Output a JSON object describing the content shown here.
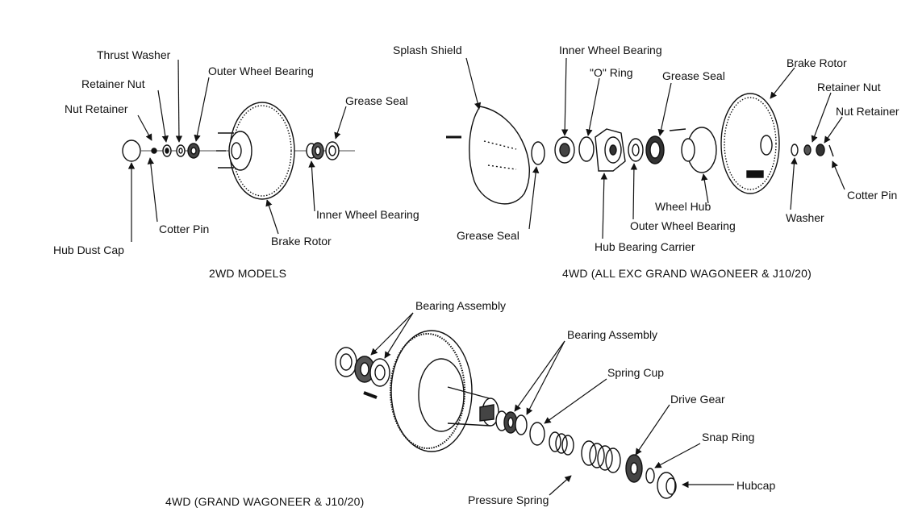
{
  "diagrams": {
    "two_wd": {
      "caption": "2WD MODELS",
      "labels": {
        "thrust_washer": "Thrust Washer",
        "retainer_nut": "Retainer Nut",
        "nut_retainer": "Nut Retainer",
        "outer_wheel_bearing": "Outer Wheel Bearing",
        "grease_seal": "Grease Seal",
        "inner_wheel_bearing": "Inner Wheel Bearing",
        "cotter_pin": "Cotter Pin",
        "brake_rotor": "Brake Rotor",
        "hub_dust_cap": "Hub Dust Cap"
      }
    },
    "four_wd": {
      "caption": "4WD (ALL EXC  GRAND WAGONEER & J10/20)",
      "labels": {
        "splash_shield": "Splash Shield",
        "inner_wheel_bearing": "Inner Wheel Bearing",
        "o_ring": "\"O\" Ring",
        "grease_seal_top": "Grease Seal",
        "brake_rotor": "Brake Rotor",
        "retainer_nut": "Retainer Nut",
        "nut_retainer": "Nut Retainer",
        "cotter_pin": "Cotter Pin",
        "washer": "Washer",
        "wheel_hub": "Wheel Hub",
        "outer_wheel_bearing": "Outer Wheel Bearing",
        "hub_bearing_carrier": "Hub Bearing Carrier",
        "grease_seal_bottom": "Grease Seal"
      }
    },
    "grand_wagoneer": {
      "caption": "4WD (GRAND WAGONEER & J10/20)",
      "labels": {
        "bearing_assembly_1": "Bearing Assembly",
        "bearing_assembly_2": "Bearing Assembly",
        "spring_cup": "Spring Cup",
        "drive_gear": "Drive Gear",
        "snap_ring": "Snap Ring",
        "hubcap": "Hubcap",
        "pressure_spring": "Pressure Spring"
      }
    }
  }
}
